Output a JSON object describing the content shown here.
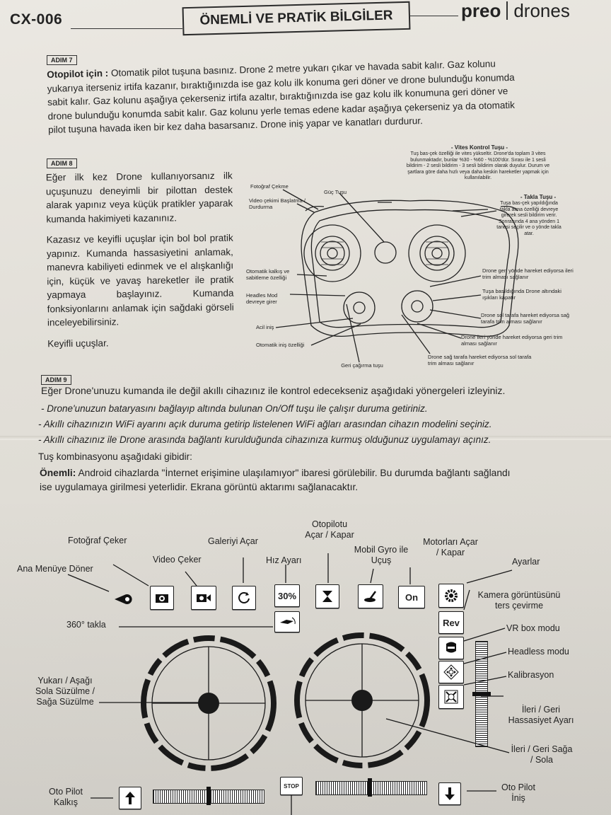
{
  "header": {
    "model": "CX-006",
    "banner": "ÖNEMLİ VE PRATİK BİLGİLER",
    "brand_a": "preo",
    "brand_b": "drones"
  },
  "step7": {
    "tag": "ADIM 7",
    "lead": "Otopilot için :",
    "lines": [
      "Otomatik pilot tuşuna basınız. Drone 2 metre yukarı çıkar ve havada sabit kalır. Gaz kolunu",
      "yukarıya iterseniz irtifa kazanır, bıraktığınızda ise gaz kolu ilk konuma geri döner ve drone bulunduğu konumda",
      "sabit kalır. Gaz kolunu aşağıya çekerseniz irtifa azaltır, bıraktığınızda ise gaz kolu ilk konumuna geri döner ve",
      "drone bulunduğu konumda sabit kalır. Gaz kolunu yerle temas edene kadar aşağıya çekerseniz ya da otomatik",
      "pilot tuşuna havada iken bir kez daha basarsanız. Drone iniş yapar ve kanatları durdurur."
    ]
  },
  "step8": {
    "tag": "ADIM 8",
    "p1": "Eğer ilk kez Drone kullanıyorsanız ilk uçuşunuzu deneyimli bir pilottan destek alarak yapınız veya küçük pratikler yaparak kumanda hakimiyeti kazanınız.",
    "p2": "Kazasız ve keyifli uçuşlar için bol bol pratik yapınız. Kumanda hassasiyetini anlamak, manevra kabiliyeti edinmek ve el alışkanlığı için, küçük ve yavaş hareketler ile pratik yapmaya başlayınız. Kumanda fonksiyonlarını anlamak için sağdaki görseli inceleyebilirsiniz.",
    "p3": "Keyifli uçuşlar."
  },
  "controller": {
    "vites_title": "- Vites Kontrol Tuşu -",
    "vites_desc": "Tuş bas-çek özelliği ile vites yükseltir. Drone'da toplam 3 vites bulunmaktadır, bunlar %30 - %60 - %100'dür. Sırası ile 1 sesli bildirim - 2 sesli bildirim - 3 sesli bildirim olarak duyulur. Durum ve şartlara göre daha hızlı veya daha keskin hareketler yapmak için kullanılabilir.",
    "takla_title": "- Takla Tuşu -",
    "takla_desc": "Tuşa bas-çek yapıldığında takla atma özelliği devreye girerek sesli bildirim verir. Sonrasında 4 ana yönden 1 tanesi seçilir ve o yönde takla atar.",
    "left_labels": [
      "Fotoğraf Çekme",
      "Video çekimi Başlatma / Durdurma",
      "Otomatik kalkış ve sabitleme özelliği",
      "Headles Mod devreye girer",
      "Acil iniş",
      "Otomatik iniş özelliği"
    ],
    "top_label": "Güç Tuşu",
    "bottom_label": "Geri çağırma tuşu",
    "right_labels": [
      "Drone geri yönde hareket ediyorsa ileri trim alması sağlanır",
      "Tuşa basıldığında Drone altındaki ışıkları kapatır",
      "Drone sol tarafa hareket ediyorsa sağ tarafa trim alması sağlanır",
      "Drone ileri yönde hareket ediyorsa geri trim alması sağlanır",
      "Drone sağ tarafa hareket ediyorsa sol tarafa trim alması sağlanır"
    ]
  },
  "step9": {
    "tag": "ADIM 9",
    "lines": [
      "Eğer Drone'unuzu kumanda ile değil akıllı cihazınız ile kontrol edecekseniz aşağıdaki yönergeleri izleyiniz.",
      "- Drone'unuzun bataryasını bağlayıp altında bulunan On/Off tuşu ile çalışır duruma getiriniz.",
      "- Akıllı cihazınızın WiFi ayarını açık duruma getirip listelenen WiFi ağları arasından cihazın modelini seçiniz.",
      "- Akıllı cihazınız ile Drone arasında bağlantı kurulduğunda cihazınıza kurmuş olduğunuz uygulamayı açınız.",
      "Tuş kombinasyonu aşağıdaki gibidir:"
    ],
    "note_lead": "Önemli:",
    "note_1": "Android cihazlarda \"İnternet erişimine ulaşılamıyor\" ibaresi görülebilir. Bu durumda bağlantı sağlandı",
    "note_2": "ise uygulamaya girilmesi yeterlidir. Ekrana görüntü aktarımı sağlanacaktır."
  },
  "app": {
    "labels": {
      "ana_menu": "Ana Menüye Döner",
      "foto": "Fotoğraf Çeker",
      "video": "Video Çeker",
      "galeri": "Galeriyi Açar",
      "hiz": "Hız Ayarı",
      "otopilot": "Otopilotu Açar / Kapar",
      "gyro": "Mobil Gyro ile Uçuş",
      "motor": "Motorları Açar / Kapar",
      "ayarlar": "Ayarlar",
      "kamera": "Kamera görüntüsünü ters çevirme",
      "vr": "VR box modu",
      "headless": "Headless modu",
      "kalibrasyon": "Kalibrasyon",
      "ileri_geri_hass": "İleri / Geri Hassasiyet Ayarı",
      "ileri_geri_saga": "İleri / Geri Sağa / Sola",
      "takla": "360° takla",
      "yukari": "Yukarı / Aşağı Sola Süzülme / Sağa Süzülme",
      "kalkis": "Oto Pilot Kalkış",
      "inis": "Oto Pilot İniş"
    },
    "buttons": {
      "speed": "30%",
      "on": "On",
      "rev": "Rev",
      "stop": "STOP"
    }
  }
}
